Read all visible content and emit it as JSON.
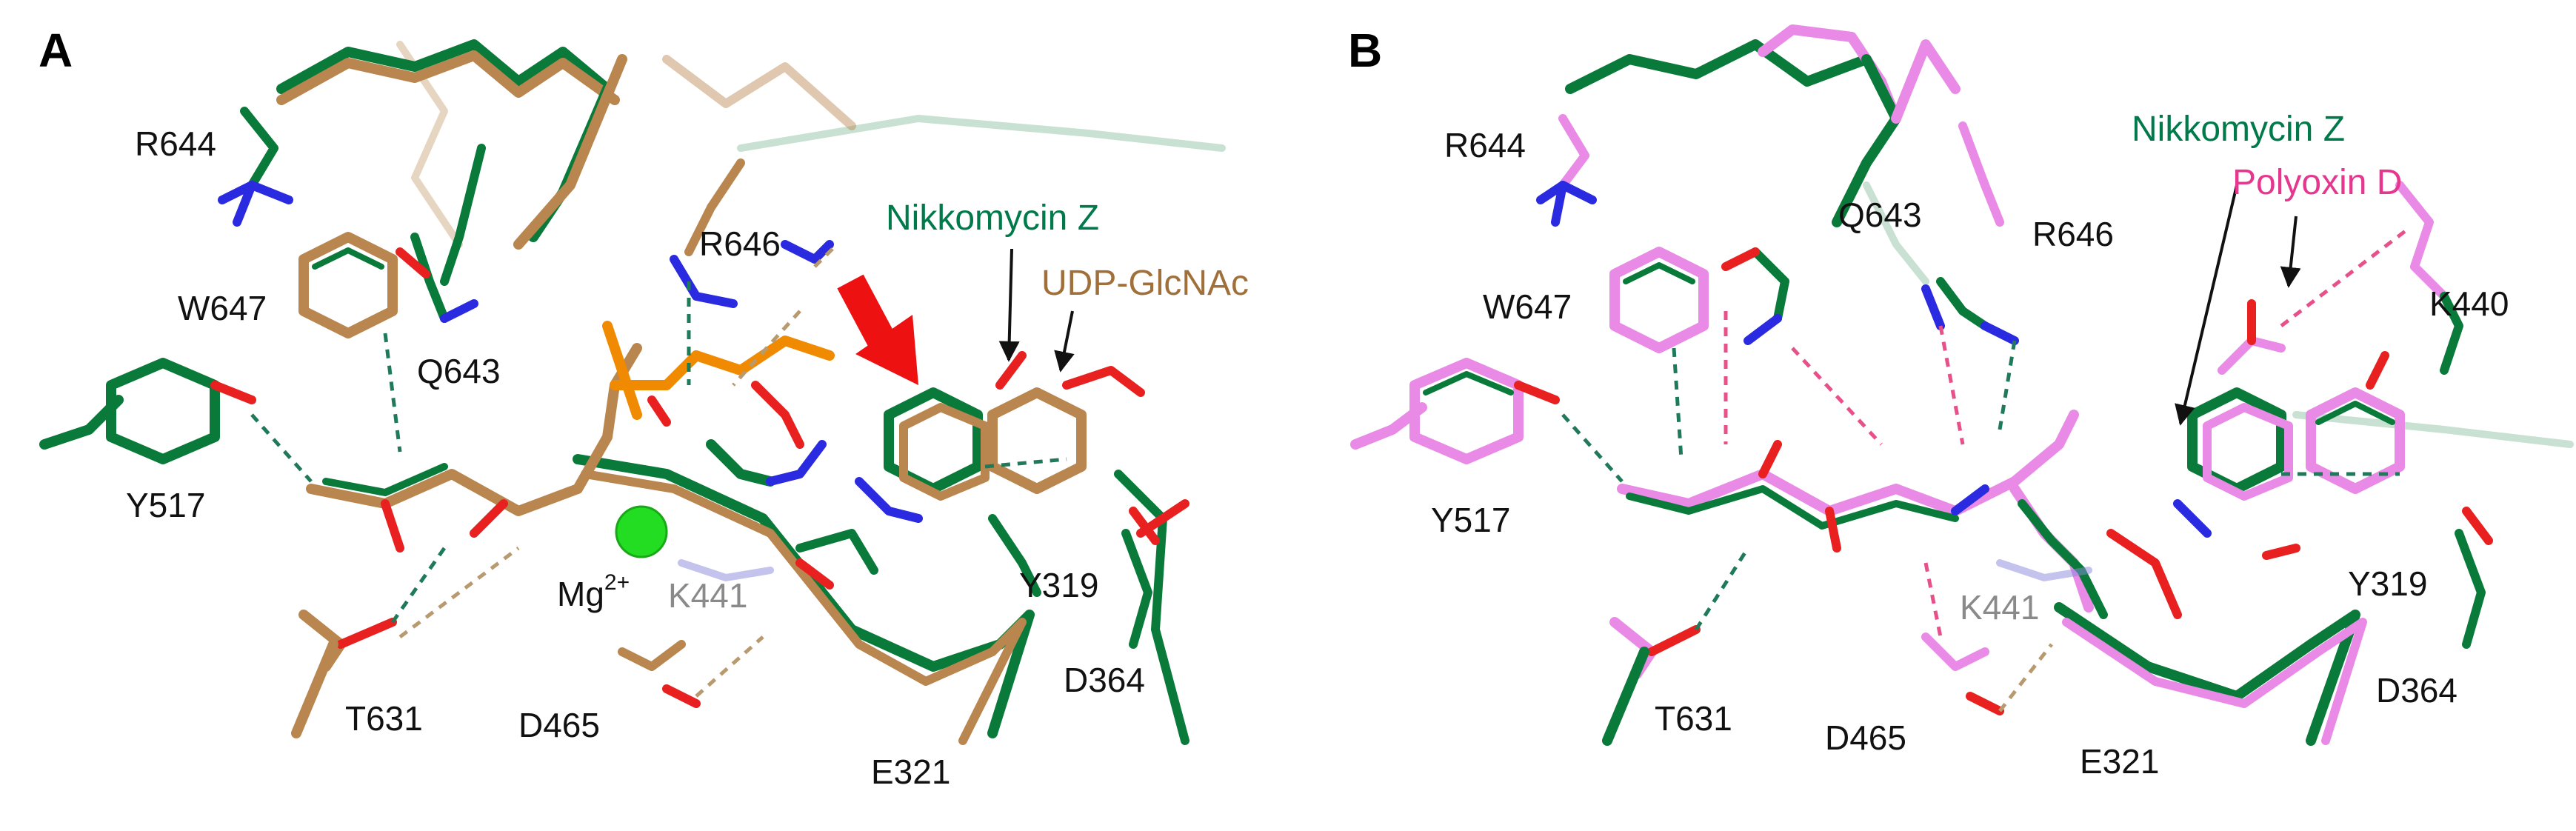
{
  "colors": {
    "nikkomycin": "#0a7a3a",
    "nikkomycin_label": "#007a4a",
    "udp_glcnac": "#b8864e",
    "udp_glcnac_label": "#a0703a",
    "polyoxin": "#e98ae6",
    "polyoxin_label": "#e6378f",
    "oxygen": "#e82020",
    "nitrogen": "#2a2ae0",
    "phosphorus": "#f08a00",
    "magnesium": "#22dd22",
    "arrow": "#ee1111",
    "hbond_green": "#1f7a5a",
    "hbond_tan": "#b89a70",
    "hbond_pink": "#e8508a"
  },
  "icons": {
    "magnesium": "magnesium-ion-icon",
    "arrow": "conformational-shift-arrow-icon"
  },
  "panel_a": {
    "letter": "A",
    "labels": {
      "r644": "R644",
      "w647": "W647",
      "q643": "Q643",
      "r646": "R646",
      "y517": "Y517",
      "t631": "T631",
      "d465": "D465",
      "k441": "K441",
      "e321": "E321",
      "y319": "Y319",
      "d364": "D364",
      "mg": "Mg",
      "mg_charge": "2+",
      "nikkomycin": "Nikkomycin Z",
      "udp": "UDP-GlcNAc"
    }
  },
  "panel_b": {
    "letter": "B",
    "labels": {
      "r644": "R644",
      "w647": "W647",
      "q643": "Q643",
      "r646": "R646",
      "k440": "K440",
      "y517": "Y517",
      "t631": "T631",
      "d465": "D465",
      "k441": "K441",
      "e321": "E321",
      "y319": "Y319",
      "d364": "D364",
      "nikkomycin": "Nikkomycin Z",
      "polyoxin": "Polyoxin D"
    }
  }
}
